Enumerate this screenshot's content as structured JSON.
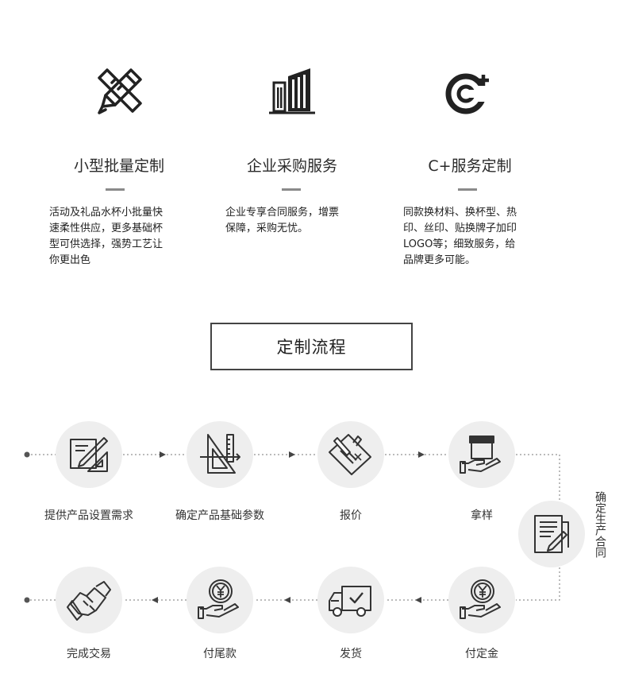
{
  "features": [
    {
      "icon": "pencil-ruler-icon",
      "title": "小型批量定制",
      "desc": [
        "活动及礼品水杯小批量快",
        "速柔性供应，更多基础杯",
        "型可供选择，强势工艺让",
        "你更出色"
      ]
    },
    {
      "icon": "building-icon",
      "title": "企业采购服务",
      "desc": [
        "企业专享合同服务，增票",
        "保障，采购无忧。"
      ]
    },
    {
      "icon": "c-plus-icon",
      "title": "C+服务定制",
      "desc": [
        "同款换材料、换杯型、热",
        "印、丝印、贴换牌子加印",
        "LOGO等；细致服务，给",
        "品牌更多可能。"
      ]
    }
  ],
  "process_title": "定制流程",
  "steps": [
    {
      "label": "提供产品设置需求",
      "icon": "blueprint-pencil-icon"
    },
    {
      "label": "确定产品基础参数",
      "icon": "ruler-triangle-icon"
    },
    {
      "label": "报价",
      "icon": "document-sign-icon"
    },
    {
      "label": "拿样",
      "icon": "hand-box-icon"
    },
    {
      "label": "确定生产合同",
      "icon": "contract-icon"
    },
    {
      "label": "付定金",
      "icon": "hand-coin-icon"
    },
    {
      "label": "发货",
      "icon": "delivery-truck-icon"
    },
    {
      "label": "付尾款",
      "icon": "hand-coin-icon"
    },
    {
      "label": "完成交易",
      "icon": "handshake-icon"
    }
  ],
  "colors": {
    "line": "#666666",
    "circle": "#eeeeee",
    "text": "#333333"
  }
}
